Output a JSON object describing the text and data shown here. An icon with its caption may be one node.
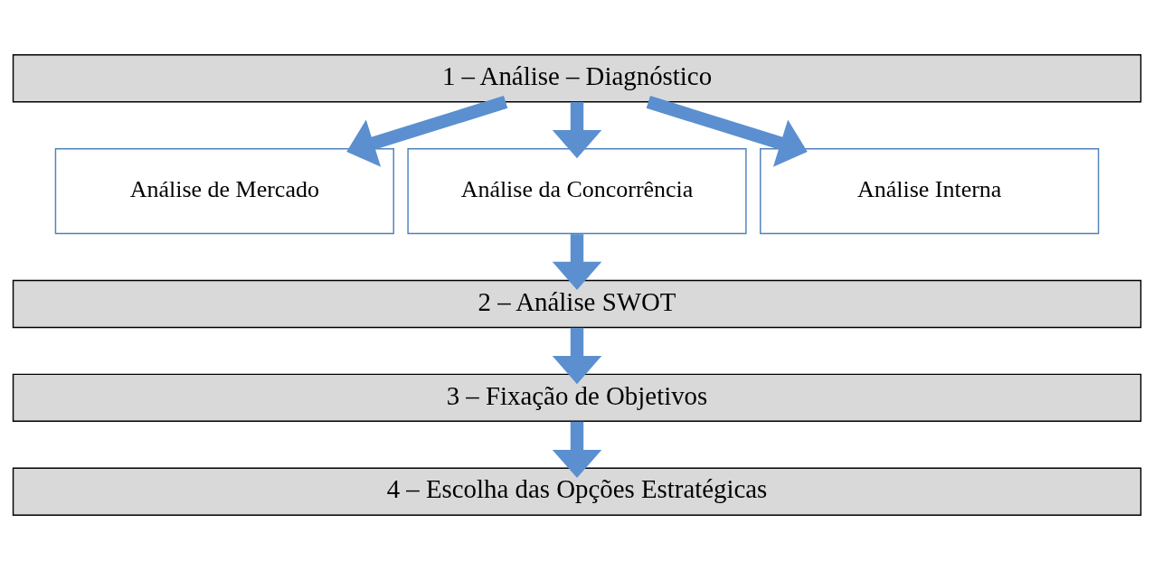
{
  "diagram": {
    "nodes": [
      {
        "text": [
          "1 – Análise – Diagnóstico"
        ]
      },
      {
        "text": [
          "Análise de Mercado"
        ]
      },
      {
        "text": [
          "Análise da Concorrência"
        ]
      },
      {
        "text": [
          "Análise Interna"
        ]
      },
      {
        "text": [
          "2 – Análise SWOT"
        ]
      },
      {
        "text": [
          "3 – Fixação de Objetivos"
        ]
      },
      {
        "text": [
          "4 – Escolha das Opções Estratégicas"
        ]
      }
    ],
    "edges": [
      {
        "from": 0,
        "to": 1,
        "arrow": "to"
      },
      {
        "from": 0,
        "to": 2,
        "arrow": "to"
      },
      {
        "from": 0,
        "to": 3,
        "arrow": "to"
      },
      {
        "from": 2,
        "to": 4,
        "arrow": "to"
      },
      {
        "from": 4,
        "to": 5,
        "arrow": "to"
      },
      {
        "from": 5,
        "to": 6,
        "arrow": "to"
      }
    ]
  }
}
